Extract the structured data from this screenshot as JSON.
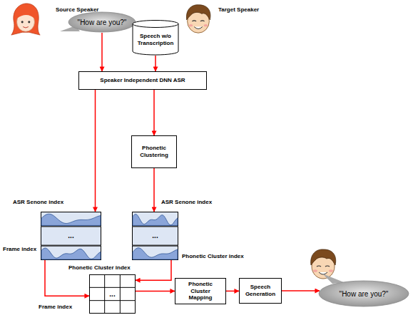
{
  "diagram": {
    "nodes": [
      {
        "text": [
          "\"How are you?\""
        ]
      },
      {
        "text": [
          "Speech w/o Transcription"
        ]
      },
      {
        "text": [
          "Speaker Independent DNN ASR"
        ]
      },
      {
        "text": [
          "Phonetic Clustering"
        ]
      },
      {
        "text": [
          "..."
        ]
      },
      {
        "text": [
          "..."
        ]
      },
      {
        "text": [
          "..."
        ]
      },
      {
        "text": [
          "Phonetic Cluster Mapping"
        ]
      },
      {
        "text": [
          "Speech Generation"
        ]
      },
      {
        "text": [
          "\"How are you?\""
        ]
      }
    ],
    "edges": [
      {
        "from": 0,
        "to": 2,
        "arrow": "to"
      },
      {
        "from": 1,
        "to": 2,
        "arrow": "to"
      },
      {
        "from": 2,
        "to": 4,
        "arrow": "to"
      },
      {
        "from": 2,
        "to": 3,
        "arrow": "to"
      },
      {
        "from": 3,
        "to": 5,
        "arrow": "to"
      },
      {
        "from": 4,
        "to": 6,
        "arrow": "to"
      },
      {
        "from": 5,
        "to": 6,
        "arrow": "to"
      },
      {
        "from": 6,
        "to": 7,
        "arrow": "to"
      },
      {
        "from": 7,
        "to": 8,
        "arrow": "to"
      },
      {
        "from": 8,
        "to": 9,
        "arrow": "to"
      }
    ],
    "labels": [
      "Source Speaker",
      "Target Speaker",
      "ASR Senone index",
      "ASR Senone index",
      "Frame index",
      "Phonetic Cluster index",
      "Phonetic Cluster index",
      "Frame index"
    ]
  }
}
